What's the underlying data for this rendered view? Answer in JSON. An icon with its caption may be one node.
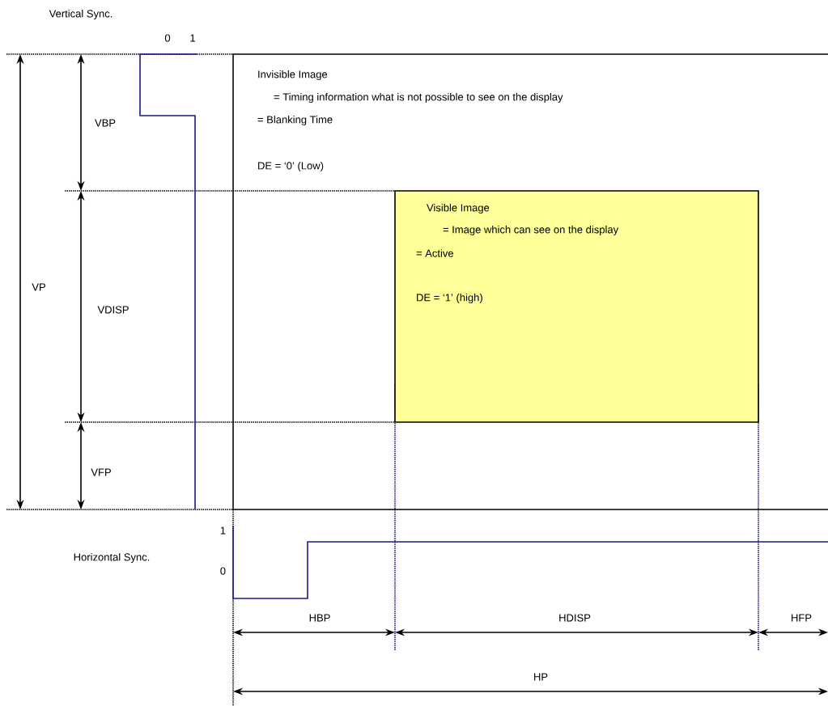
{
  "diagram": {
    "nodes": [
      {
        "text": [
          "Invisible Image",
          "= Timing information what is not possible to see on the display",
          "= Blanking Time",
          "DE = ‘0’ (Low)"
        ]
      },
      {
        "text": [
          "Visible Image",
          "= Image which can see on the display",
          "= Active",
          "DE = ‘1’ (high)"
        ],
        "in": 0
      }
    ],
    "edges": [],
    "labels": [
      "Vertical Sync.",
      "0",
      "1",
      "VBP",
      "VP",
      "VDISP",
      "VFP",
      "1",
      "Horizontal Sync.",
      "0",
      "HBP",
      "HDISP",
      "HFP",
      "HP"
    ]
  }
}
